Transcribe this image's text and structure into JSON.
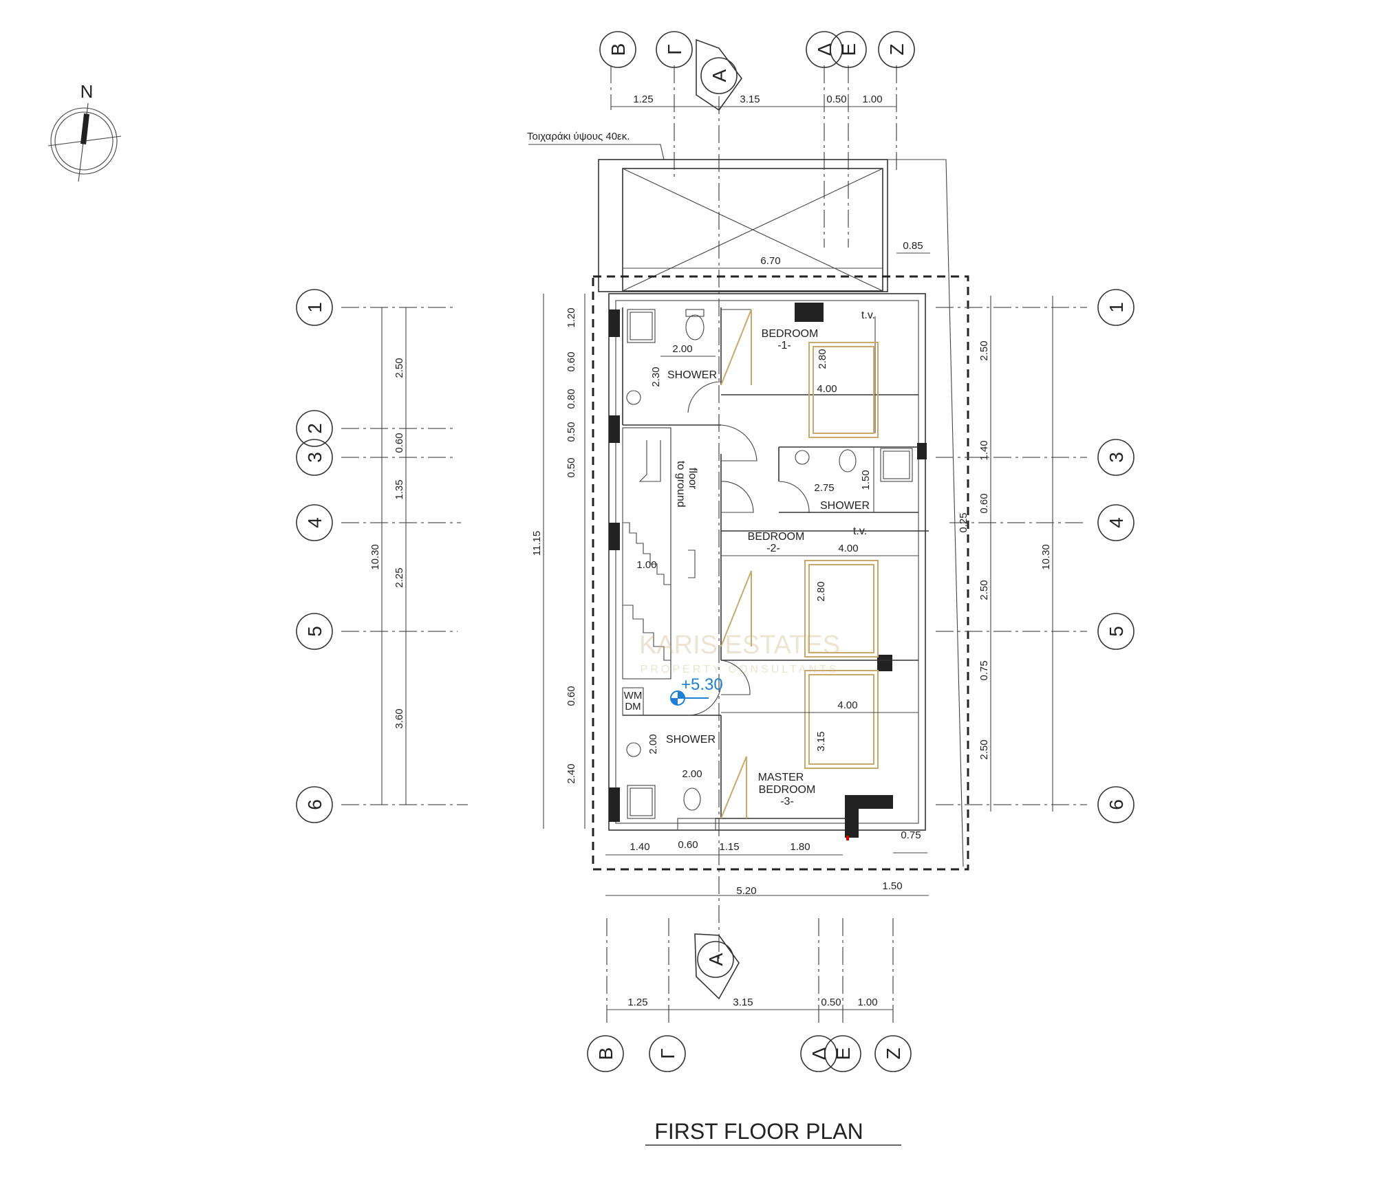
{
  "title": "FIRST FLOOR PLAN",
  "north_label": "N",
  "note": "Τοιχαράκι ύψους 40εκ.",
  "section_label": "A",
  "level_marker": "+5.30",
  "watermark": {
    "main": "KARIS ESTATES",
    "sub": "PROPERTY CONSULTANTS"
  },
  "grid_columns": [
    "B",
    "Γ",
    "Δ",
    "E",
    "Z"
  ],
  "grid_rows": [
    "1",
    "2",
    "3",
    "4",
    "5",
    "6"
  ],
  "rooms": {
    "bedroom1": [
      "BEDROOM",
      "-1-"
    ],
    "bedroom2": [
      "BEDROOM",
      "-2-"
    ],
    "master": [
      "MASTER",
      "BEDROOM",
      "-3-"
    ],
    "shower_top": "SHOWER",
    "shower_mid": "SHOWER",
    "shower_bottom": "SHOWER",
    "stairs": [
      "to ground",
      "floor"
    ],
    "tv1": "t.v.",
    "tv2": "t.v.",
    "wm": [
      "WM",
      "DM"
    ]
  },
  "dims": {
    "top": [
      "1.25",
      "3.15",
      "0.50",
      "1.00"
    ],
    "bottom_axes": [
      "1.25",
      "3.15",
      "0.50",
      "1.00"
    ],
    "balcony_width": "6.70",
    "balcony_side": "0.85",
    "left_a": [
      "2.50",
      "0.60",
      "1.35",
      "2.25",
      "3.60"
    ],
    "left_total": "10.30",
    "left_b": [
      "1.20",
      "0.60",
      "0.80",
      "0.50",
      "0.50"
    ],
    "left_total_b": "11.15",
    "left_c": [
      "0.60",
      "2.40"
    ],
    "right_a": [
      "2.50",
      "1.40",
      "0.60",
      "0.25",
      "2.50",
      "0.75",
      "2.50"
    ],
    "right_total": "10.30",
    "bottom_row": [
      "1.40",
      "0.60",
      "1.15",
      "1.80"
    ],
    "bottom_075": "0.75",
    "bottom_total": "5.20",
    "bottom_150": "1.50",
    "interior": {
      "d200a": "2.00",
      "d230": "2.30",
      "d280a": "2.80",
      "d400a": "4.00",
      "d275": "2.75",
      "d150": "1.50",
      "d400b": "4.00",
      "d280b": "2.80",
      "d100": "1.00",
      "d400c": "4.00",
      "d315": "3.15",
      "d200b": "2.00",
      "d200c": "2.00"
    }
  }
}
